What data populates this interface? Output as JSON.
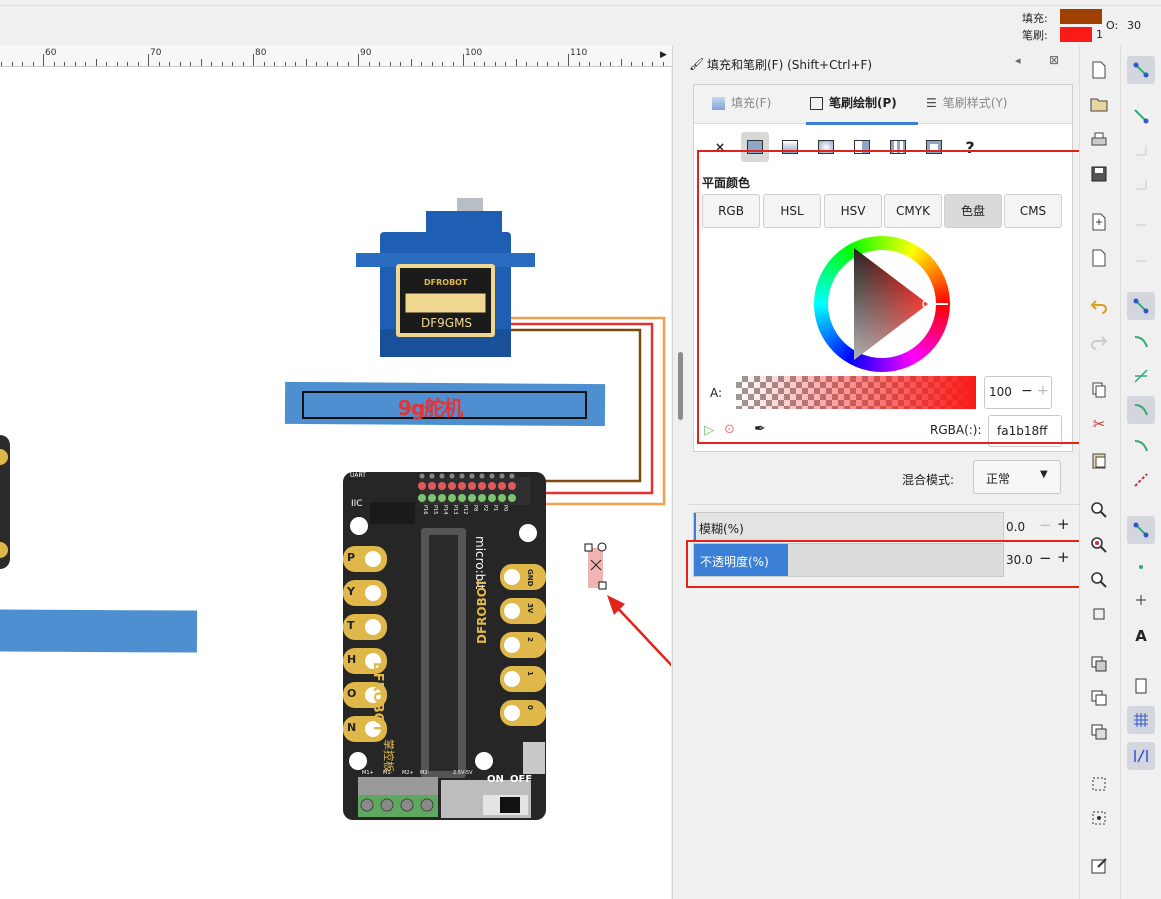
{
  "top": {
    "fill_label": "填充:",
    "stroke_label": "笔刷:",
    "stroke_width": "1",
    "opacity_label": "O:",
    "opacity_value": "30",
    "fill_color": "#a04000",
    "stroke_color": "#fa1b18"
  },
  "ruler": {
    "labels": [
      "60",
      "70",
      "80",
      "90",
      "100",
      "110"
    ]
  },
  "canvas": {
    "servo_brand": "DFROBOT",
    "servo_model": "DF9GMS",
    "servo_caption": "9g舵机",
    "board": {
      "uart": "UART",
      "iic": "IIC",
      "pin_letters": [
        "P",
        "Y",
        "T",
        "H",
        "O",
        "N"
      ],
      "brand_vertical": "DFROBOT",
      "chip_label": "掌控板",
      "microbit": "micro:bit",
      "right_labels": [
        "GND",
        "3V",
        "2",
        "1",
        "0"
      ],
      "bottom_labels": [
        "M1+",
        "M1-",
        "M2+",
        "M2-",
        "2.5V-5V"
      ],
      "on": "ON",
      "off": "OFF",
      "pin_headers": [
        "P16",
        "P15",
        "P14",
        "P13",
        "P12",
        "P8",
        "P2",
        "P1",
        "P0"
      ]
    }
  },
  "panel": {
    "title": "填充和笔刷(F) (Shift+Ctrl+F)",
    "tabs": [
      "填充(F)",
      "笔刷绘制(P)",
      "笔刷样式(Y)"
    ],
    "x_mark": "×",
    "help": "?",
    "section": "平面颜色",
    "color_modes": [
      "RGB",
      "HSL",
      "HSV",
      "CMYK",
      "色盘",
      "CMS"
    ],
    "selected_mode": "色盘",
    "alpha_label": "A:",
    "alpha_value": "100",
    "rgba_label": "RGBA(:):",
    "rgba_value": "fa1b18ff",
    "blend_label": "混合模式:",
    "blend_value": "正常",
    "blur_label": "模糊(%)",
    "blur_value": "0.0",
    "opacity_label": "不透明度(%)",
    "opacity_value": "30.0",
    "opacity_fraction": 0.3,
    "minus": "−",
    "plus": "+"
  }
}
